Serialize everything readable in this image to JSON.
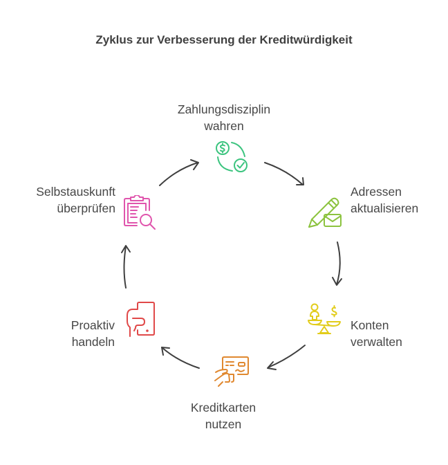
{
  "title": "Zyklus zur Verbesserung der Kreditwürdigkeit",
  "steps": [
    {
      "lines": [
        "Zahlungsdisziplin",
        "wahren"
      ],
      "icon": "money-cycle-check-icon",
      "color": "#3cc47f"
    },
    {
      "lines": [
        "Adressen",
        "aktualisieren"
      ],
      "icon": "pencil-envelope-icon",
      "color": "#8cc33f"
    },
    {
      "lines": [
        "Konten",
        "verwalten"
      ],
      "icon": "balance-scale-person-dollar-icon",
      "color": "#e2cc1a"
    },
    {
      "lines": [
        "Kreditkarten",
        "nutzen"
      ],
      "icon": "hand-credit-card-icon",
      "color": "#e0882f"
    },
    {
      "lines": [
        "Proaktiv",
        "handeln"
      ],
      "icon": "hand-phone-icon",
      "color": "#e04848"
    },
    {
      "lines": [
        "Selbstauskunft",
        "überprüfen"
      ],
      "icon": "clipboard-search-icon",
      "color": "#e055ad"
    }
  ],
  "arrow_color": "#3f3f3f"
}
